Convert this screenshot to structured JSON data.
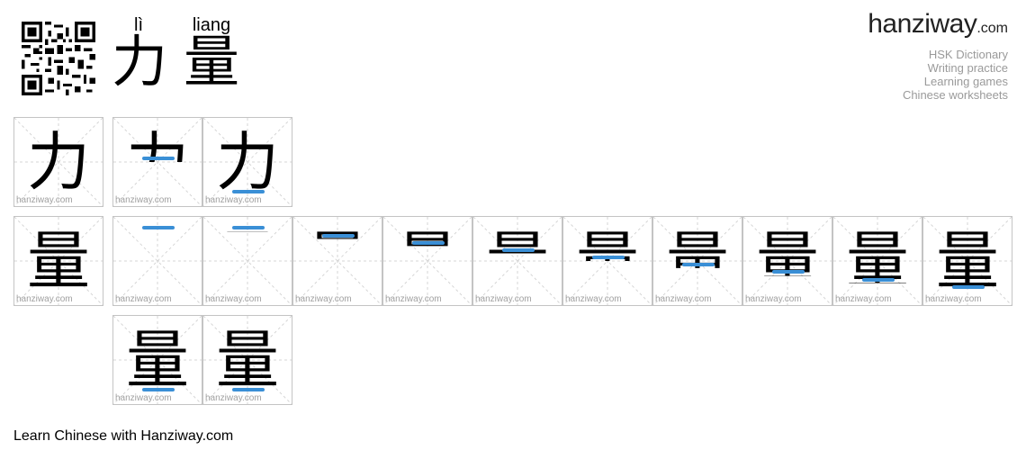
{
  "word": [
    {
      "char": "力",
      "pinyin": "lì"
    },
    {
      "char": "量",
      "pinyin": "liang"
    }
  ],
  "brand": {
    "name": "hanziway",
    "tld": ".com"
  },
  "links": [
    "HSK Dictionary",
    "Writing practice",
    "Learning games",
    "Chinese worksheets"
  ],
  "watermark": "hanziway.com",
  "rows": [
    {
      "char": "力",
      "steps": 2
    },
    {
      "char": "量",
      "steps": 12
    }
  ],
  "footer": "Learn Chinese with Hanziway.com",
  "colors": {
    "accent": "#3a8fd6",
    "grid": "#c4c4c4",
    "muted": "#9a9a9a"
  }
}
